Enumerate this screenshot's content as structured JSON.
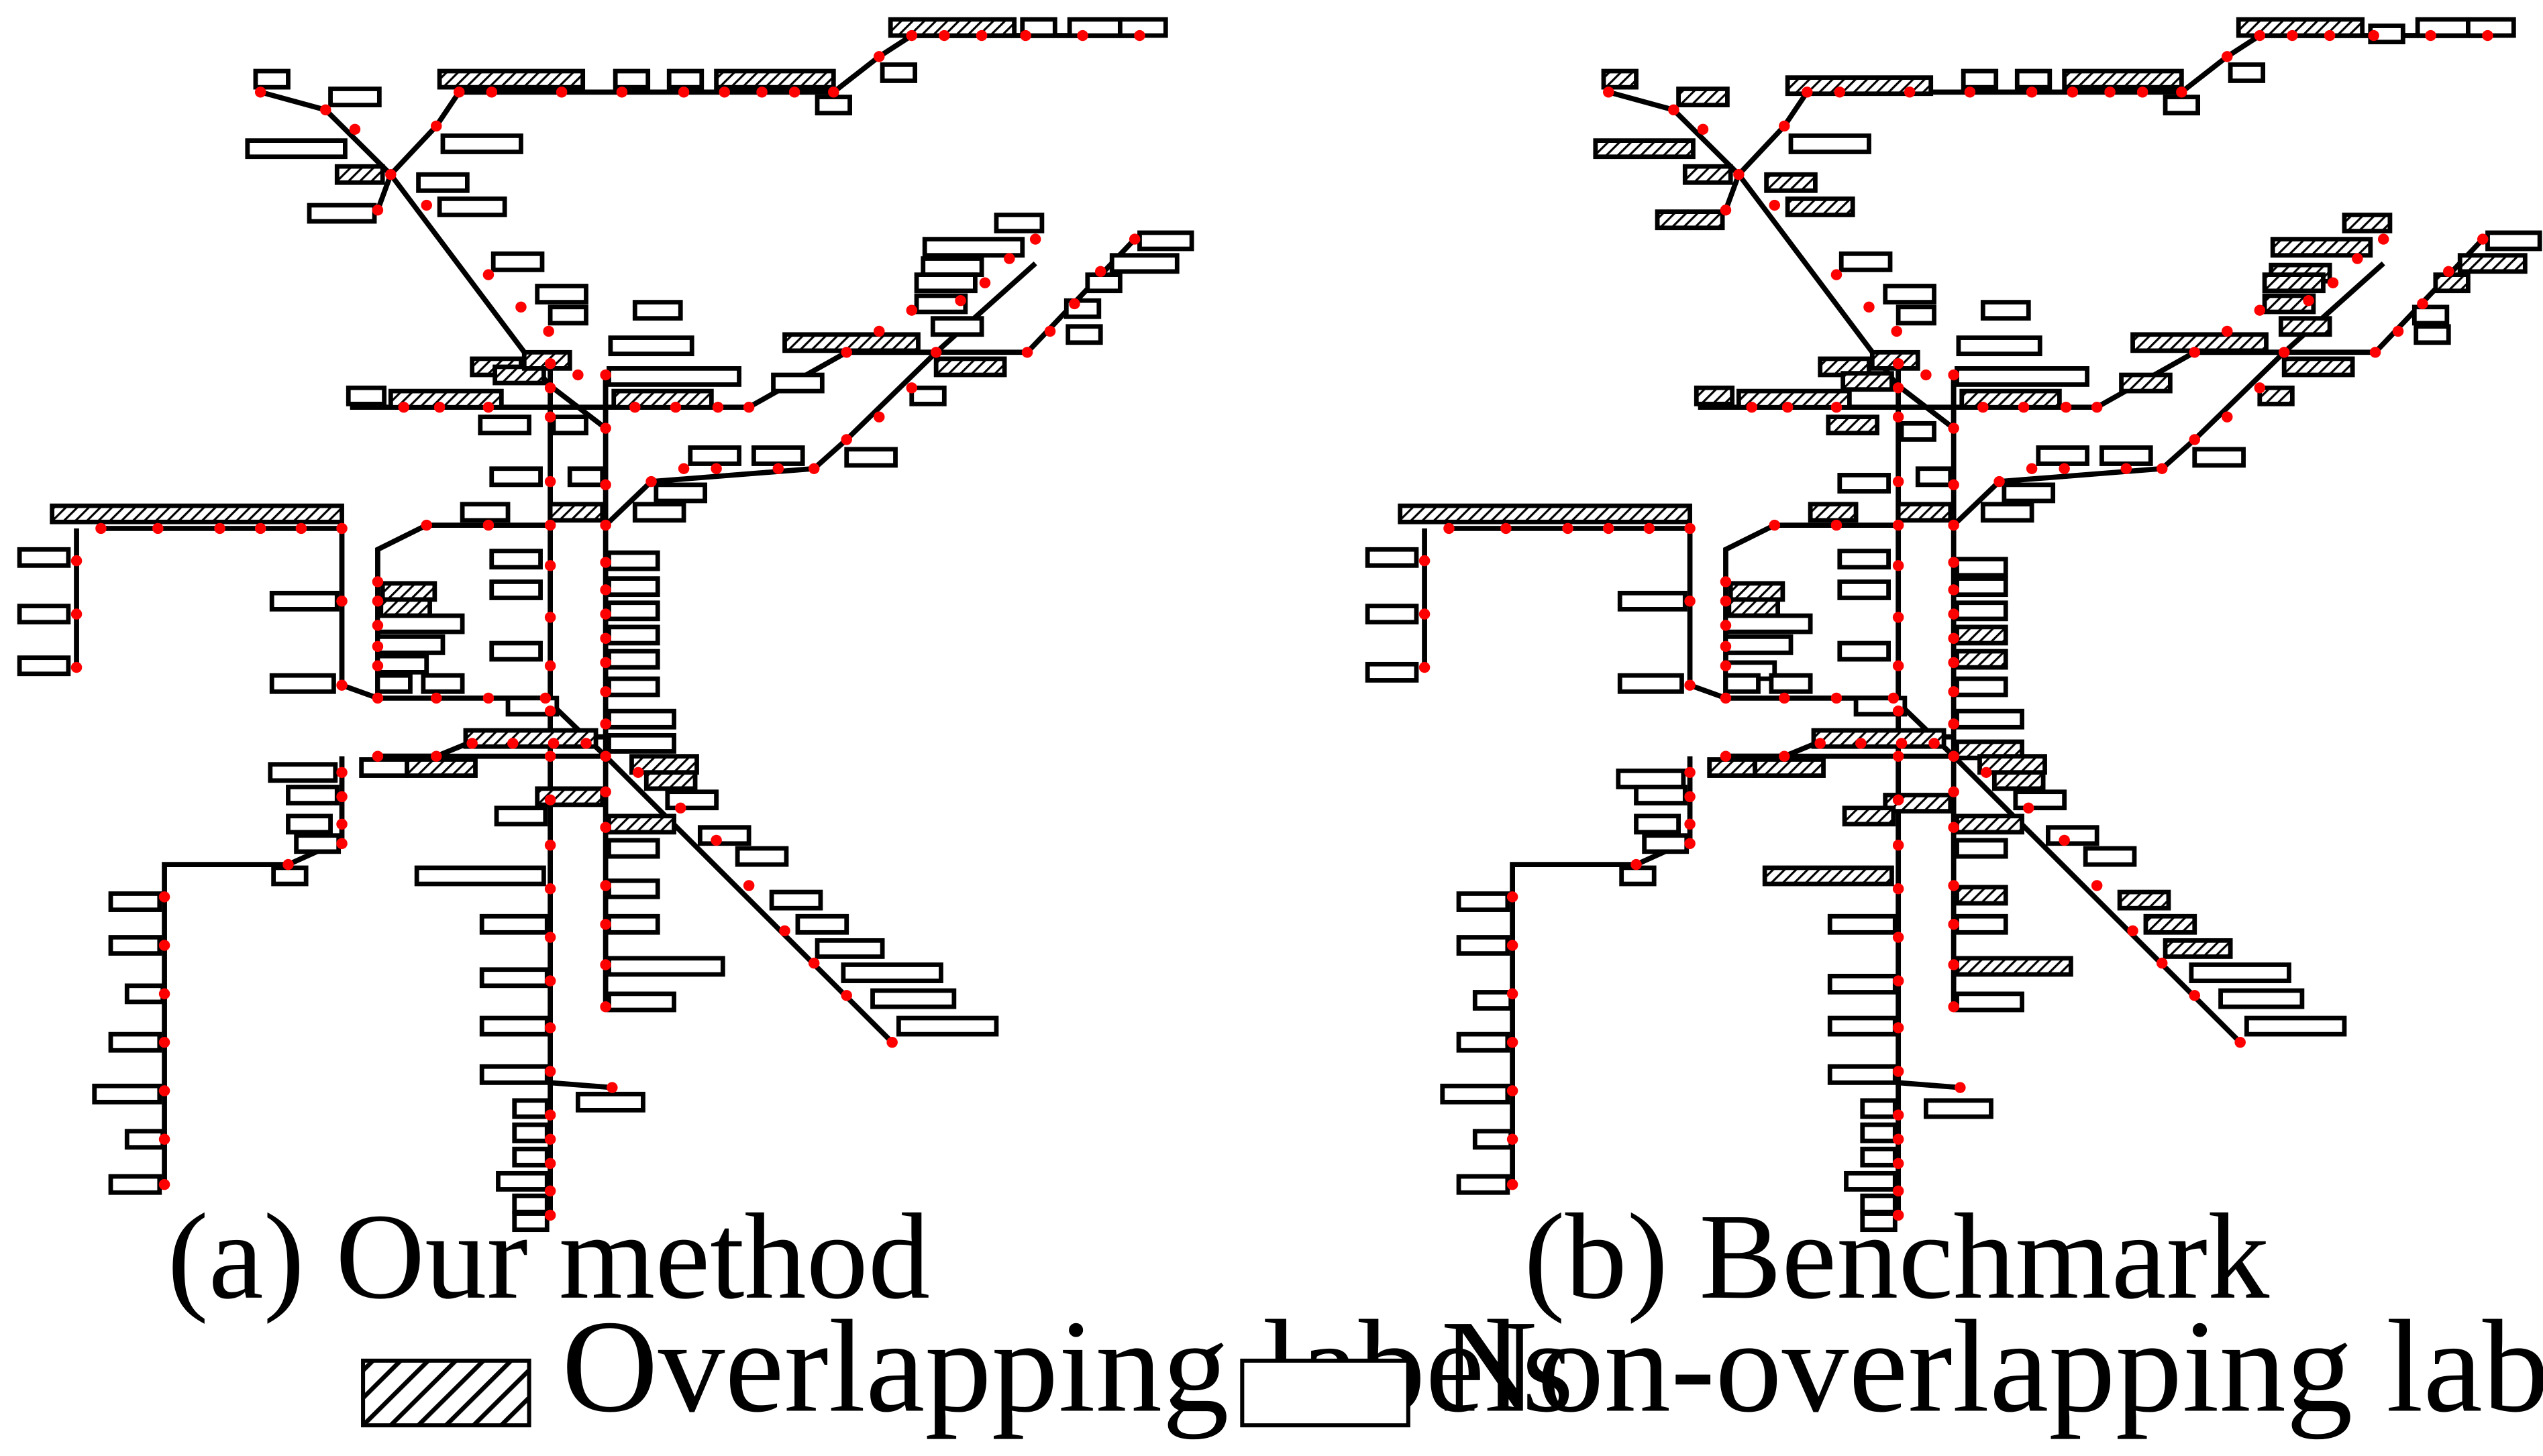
{
  "captions": {
    "a": "(a) Our method",
    "b": "(b) Benchmark"
  },
  "legend": {
    "overlap": "Overlapping  labels",
    "nonoverlap": "Non-overlapping  labels"
  },
  "colors": {
    "station": "#ff0000",
    "line": "#000000",
    "label_border": "#000000",
    "label_fill": "#ffffff",
    "hatch": "#000000"
  }
}
